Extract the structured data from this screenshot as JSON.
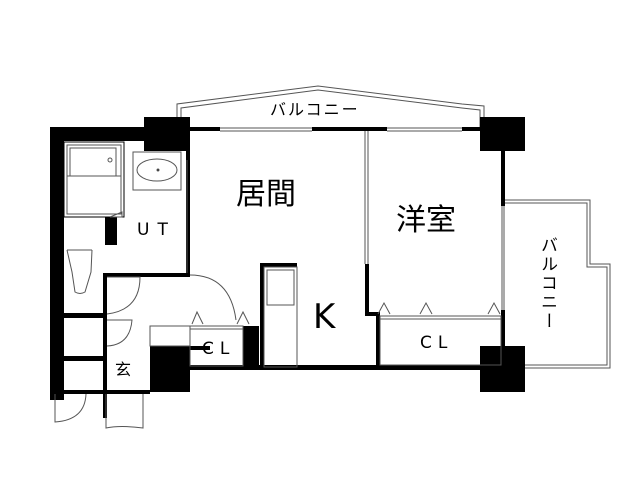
{
  "floor_plan": {
    "rooms": {
      "living": {
        "label": "居間"
      },
      "western_room": {
        "label": "洋室"
      },
      "kitchen": {
        "label": "K"
      },
      "utility": {
        "label": "UT"
      },
      "closet_left": {
        "label": "CL"
      },
      "closet_right": {
        "label": "CL"
      },
      "entrance": {
        "label": "玄"
      }
    },
    "balconies": {
      "top": {
        "label": "バルコニー"
      },
      "right": {
        "label": "バルコニー"
      }
    },
    "colors": {
      "wall": "#000000",
      "line": "#555555",
      "background": "#ffffff"
    }
  }
}
